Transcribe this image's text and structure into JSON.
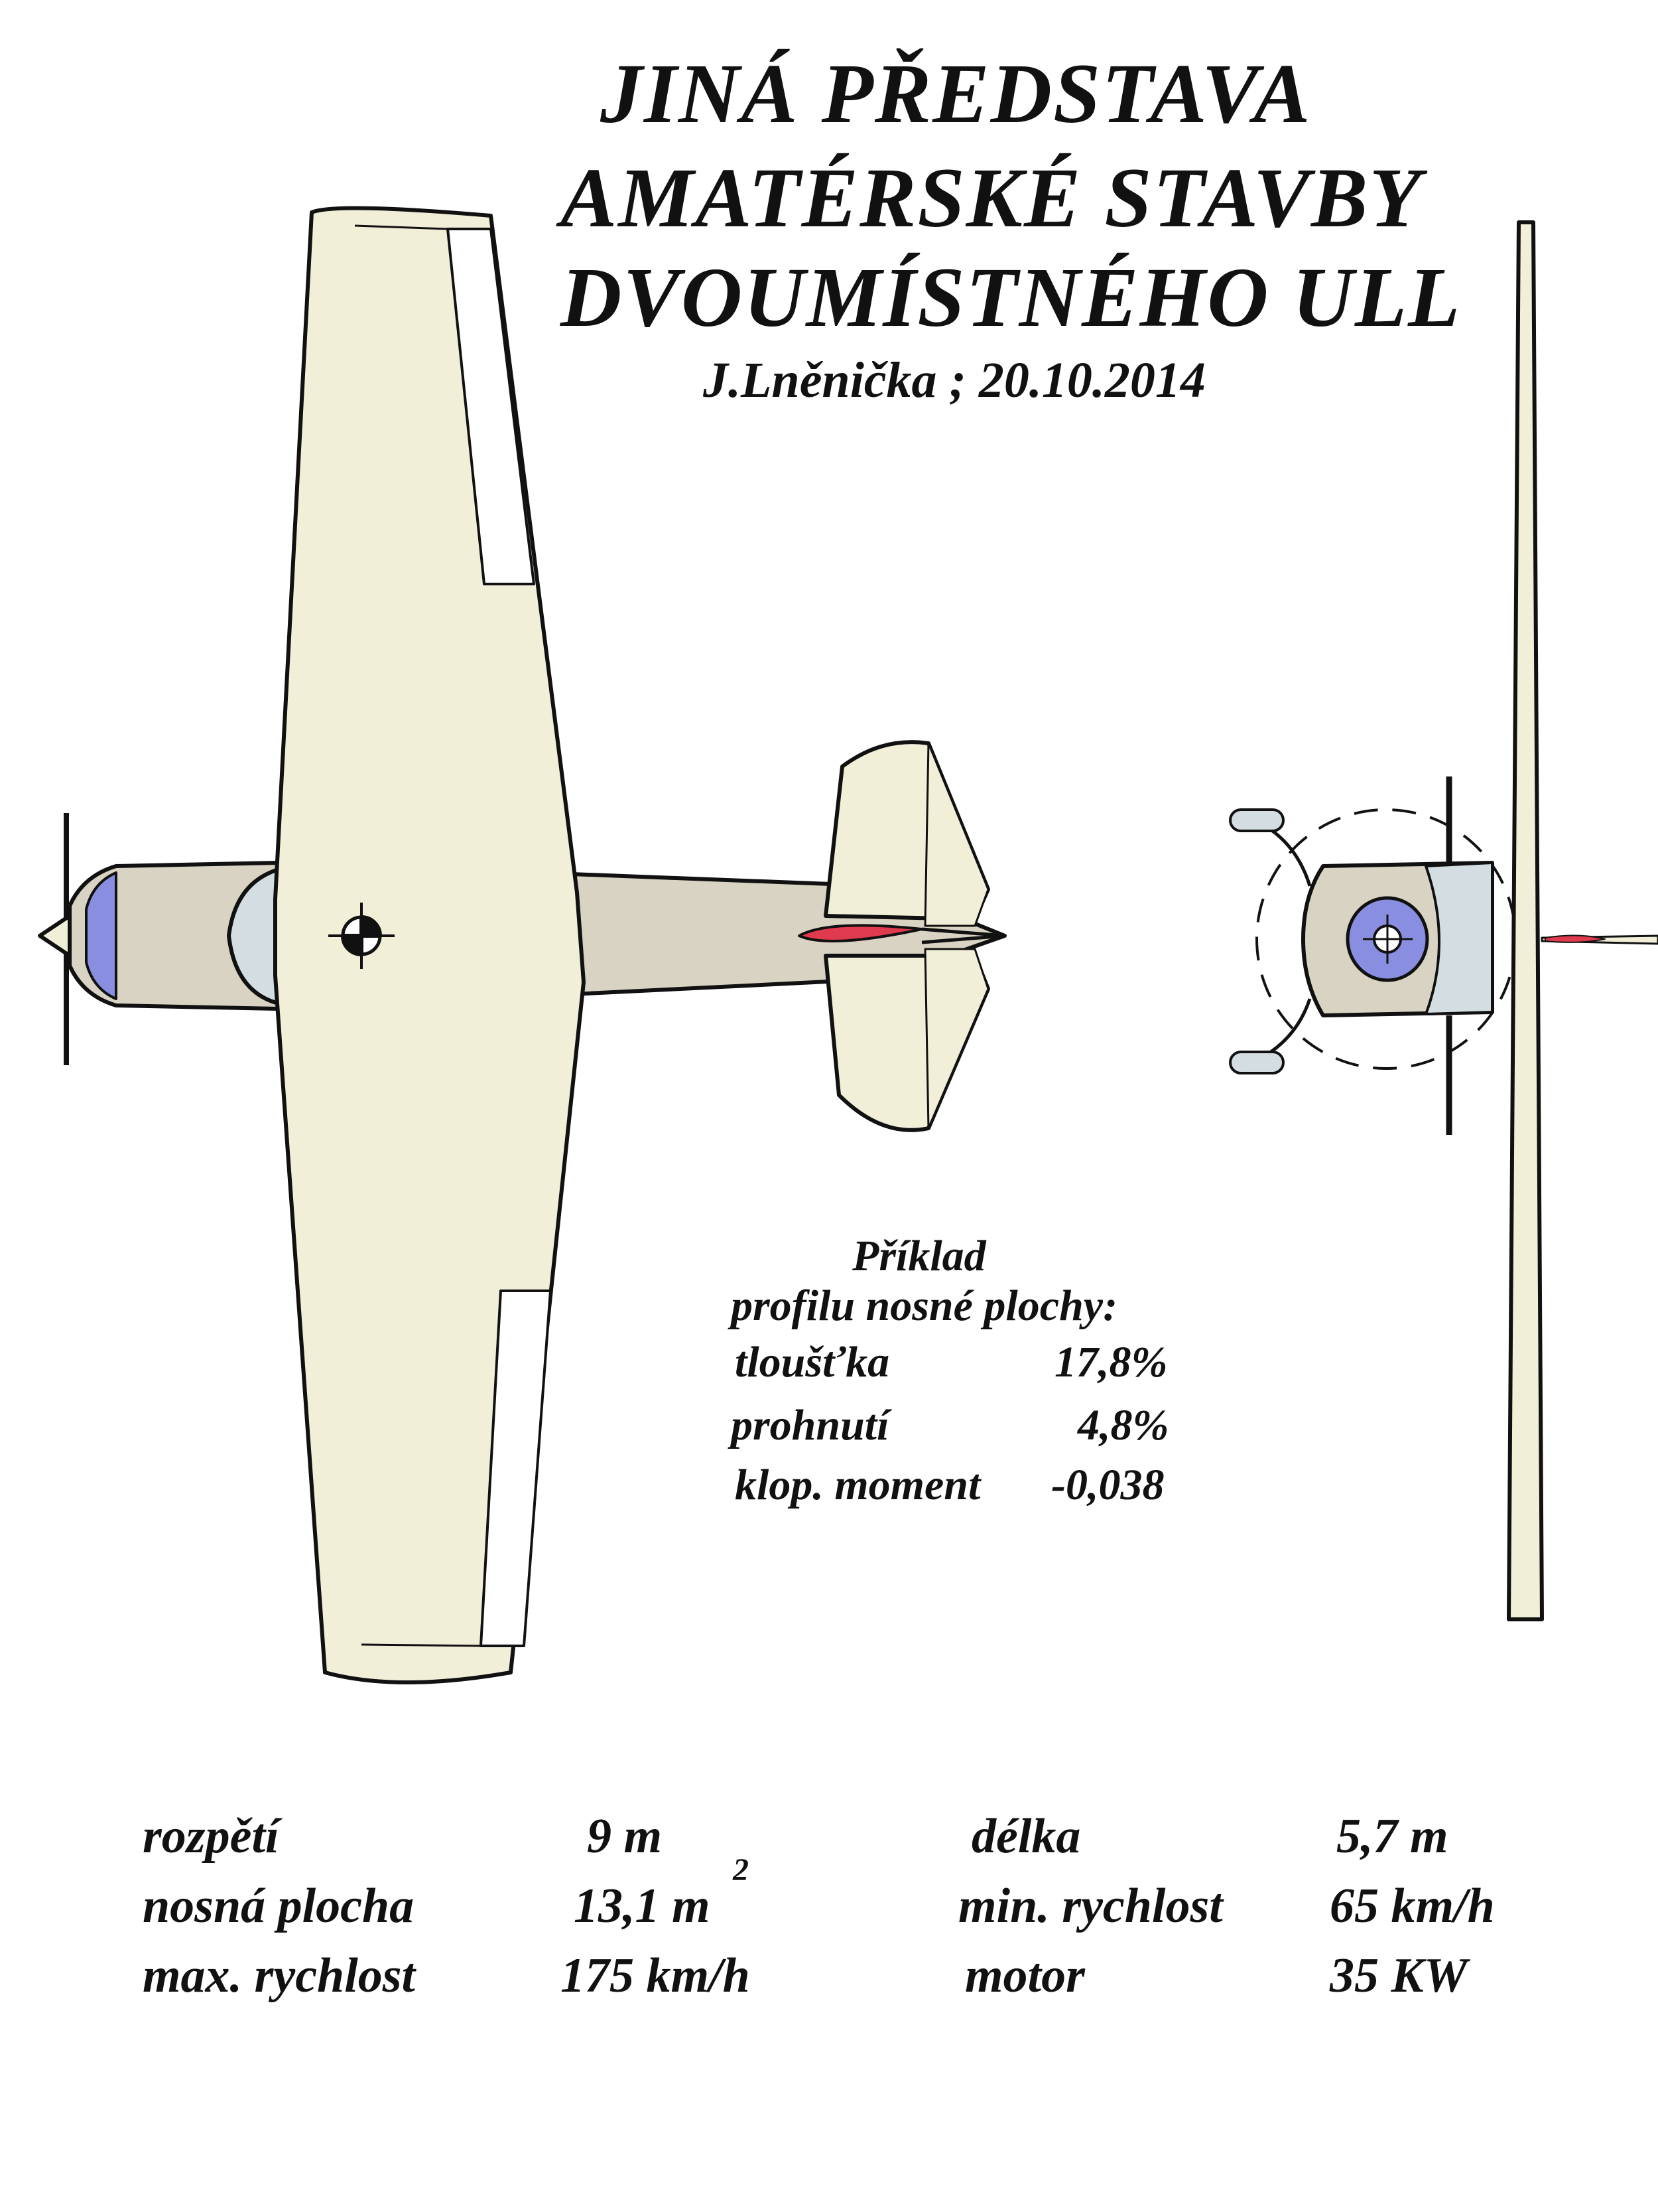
{
  "title": {
    "line1": "JINÁ  PŘEDSTAVA",
    "line2": "AMATÉRSKÉ  STAVBY",
    "line3": "DVOUMÍSTNÉHO  ULL"
  },
  "author_line": "J.Lněnička ; 20.10.2014",
  "profile": {
    "heading1": "Příklad",
    "heading2": "profilu nosné plochy:",
    "rows": [
      {
        "label": "tloušťka",
        "value": "17,8%"
      },
      {
        "label": "prohnutí",
        "value": "4,8%"
      },
      {
        "label": "klop. moment",
        "value": "-0,038"
      }
    ]
  },
  "specs": {
    "left": [
      {
        "label": "rozpětí",
        "value": "9 m"
      },
      {
        "label": "nosná plocha",
        "value": "13,1 m",
        "superscript": "2"
      },
      {
        "label": "max. rychlost",
        "value": "175 km/h"
      }
    ],
    "right": [
      {
        "label": "délka",
        "value": "5,7 m"
      },
      {
        "label": "min. rychlost",
        "value": "65 km/h"
      },
      {
        "label": "motor",
        "value": "35 KW"
      }
    ]
  },
  "colors": {
    "paint": "#f2efd9",
    "fuselage": "#d9d3c3",
    "cowling": "#d4dde2",
    "spinner_blue": "#8a8ee0",
    "airfoil_red": "#e03a4e",
    "aileron": "#ffffff",
    "outline": "#111111"
  }
}
